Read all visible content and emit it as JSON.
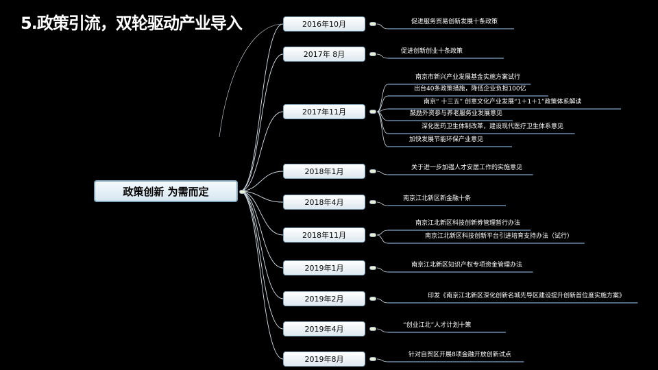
{
  "title": "5.政策引流，双轮驱动产业导入",
  "root": {
    "label": "政策创新 为需而定"
  },
  "branches": [
    {
      "date": "2016年10月",
      "items": [
        "促进服务贸易创新发展十条政策"
      ]
    },
    {
      "date": "2017年 8月",
      "items": [
        "促进创新创业十条政策"
      ]
    },
    {
      "date": "2017年11月",
      "items": [
        "南京市新兴产业发展基金实施方案试行",
        "出台40条政策措施，降低企业负担100亿",
        "南京“ 十三五” 创意文化产业发展“1＋1＋1”政策体系解读",
        "鼓励外资参与养老服务业发展意见",
        "深化医药卫生体制改革，建设现代医疗卫生体系意见",
        "加快发展节能环保产业意见"
      ]
    },
    {
      "date": "2018年1月",
      "items": [
        "关于进一步加强人才安居工作的实施意见"
      ]
    },
    {
      "date": "2018年4月",
      "items": [
        "南京江北新区新金融十条"
      ]
    },
    {
      "date": "2018年11月",
      "items": [
        "南京江北新区科技创新券管理暂行办法",
        "南京江北新区科技创新平台引进培育支持办法（试行）"
      ]
    },
    {
      "date": "2019年1月",
      "items": [
        "南京江北新区知识产权专项资金管理办法"
      ]
    },
    {
      "date": "2019年2月",
      "items": [
        "印发《南京江北新区深化创新名城先导区建设提升创新首位度实施方案》"
      ]
    },
    {
      "date": "2019年4月",
      "items": [
        "“创业江北”人才计划十策"
      ]
    },
    {
      "date": "2019年8月",
      "items": [
        "针对自贸区开展8项金融开放创新试点"
      ]
    }
  ],
  "colors": {
    "background": "#000000",
    "connector": "#d8e4ec",
    "underline": "#7fa6c8"
  }
}
